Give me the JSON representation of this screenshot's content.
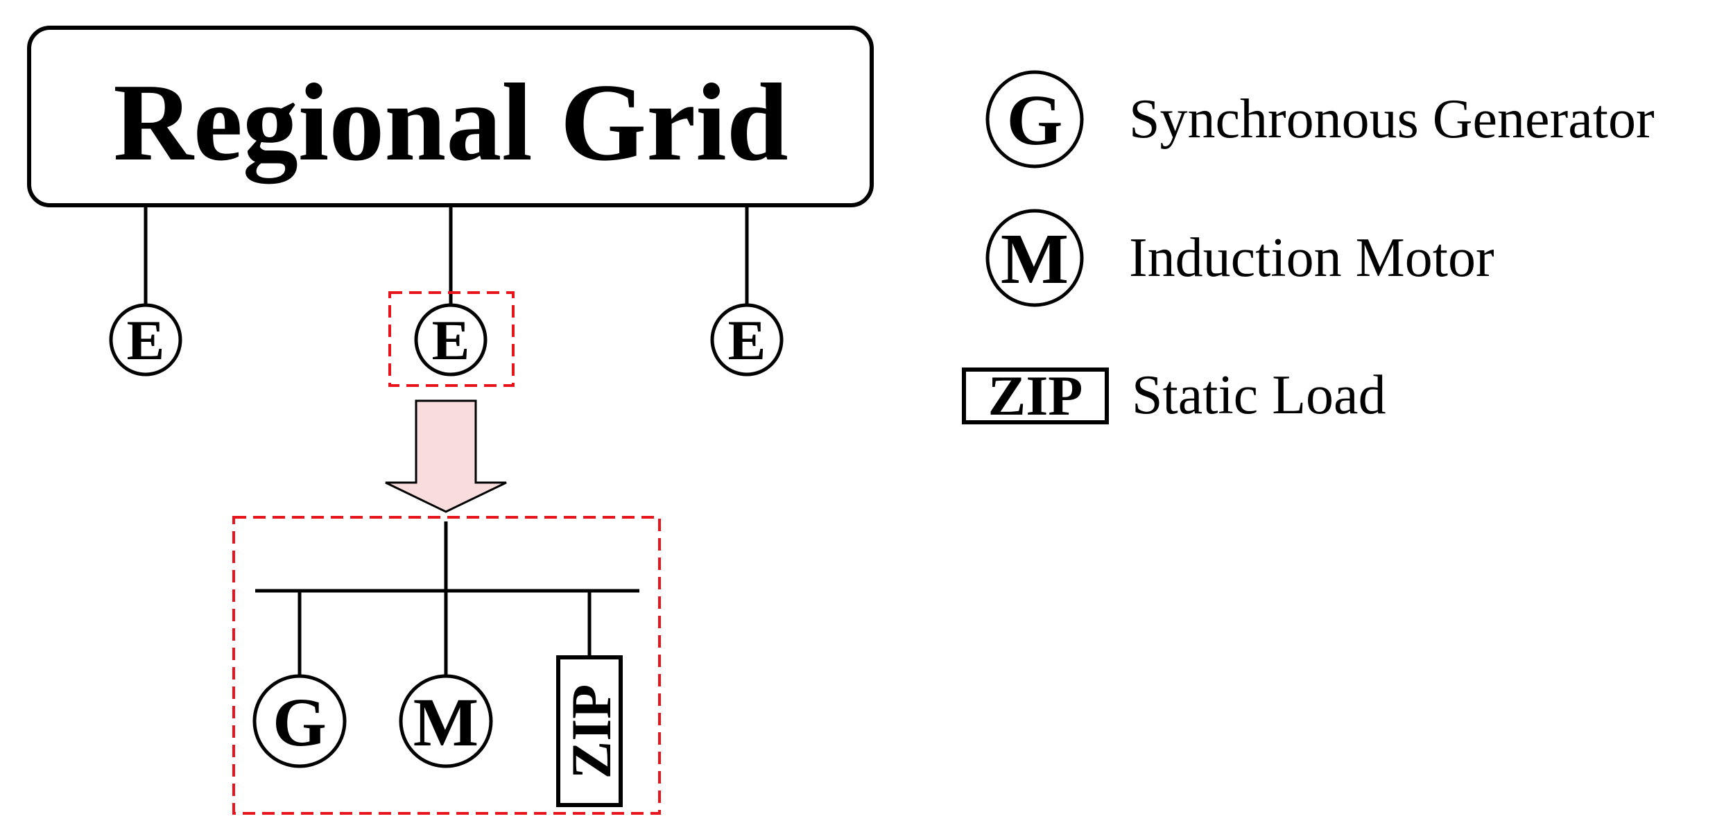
{
  "grid": {
    "title": "Regional Grid"
  },
  "equivalent_nodes": [
    "E",
    "E",
    "E"
  ],
  "detail": {
    "generator_symbol": "G",
    "motor_symbol": "M",
    "zip_symbol": "ZIP"
  },
  "legend": [
    {
      "symbol": "G",
      "label": "Synchronous Generator"
    },
    {
      "symbol": "M",
      "label": "Induction Motor"
    },
    {
      "symbol": "ZIP",
      "label": "Static Load"
    }
  ],
  "colors": {
    "stroke": "#000000",
    "highlight_dash": "#e8141c",
    "arrow_fill": "#f9dcdc",
    "background": "#ffffff"
  }
}
